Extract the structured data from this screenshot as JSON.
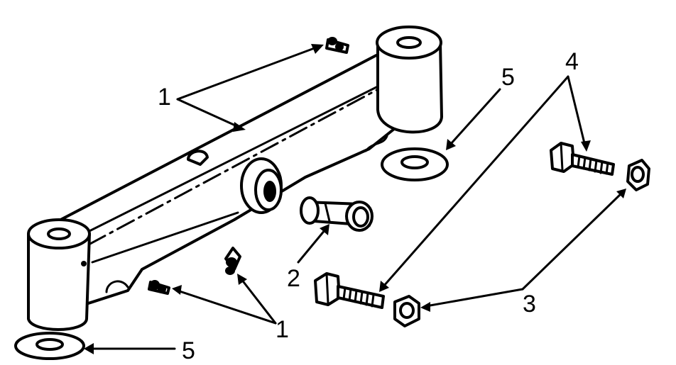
{
  "callouts": {
    "c1_top": "1",
    "c1_bottom": "1",
    "c2": "2",
    "c3": "3",
    "c4": "4",
    "c5_top": "5",
    "c5_bottom": "5"
  },
  "colors": {
    "line": "#000000",
    "background": "#ffffff"
  },
  "icons": [
    "control-arm",
    "grease-fitting",
    "bushing",
    "washer",
    "bolt",
    "nut"
  ]
}
